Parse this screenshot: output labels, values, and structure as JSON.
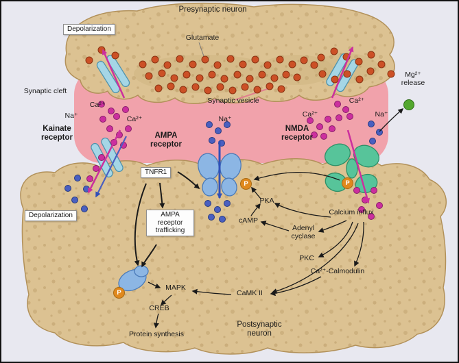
{
  "figure": {
    "labels": {
      "presynaptic_neuron": "Presynaptic neuron",
      "postsynaptic_neuron": "Postsynaptic neuron",
      "glutamate": "Glutamate",
      "depolarization": "Depolarization",
      "synaptic_cleft": "Synaptic cleft",
      "synaptic_vesicle": "Synaptic vesicle",
      "kainate_receptor": "Kainate receptor",
      "ampa_receptor": "AMPA receptor",
      "nmda_receptor": "NMDA receptor",
      "tnfr1": "TNFR1",
      "ampa_trafficking": "AMPA receptor trafficking",
      "mg_release": "Mg²⁺ release",
      "ca": "Ca²⁺",
      "na": "Na⁺",
      "pka": "PKA",
      "camp": "cAMP",
      "adenyl_cyclase": "Adenyl cyclase",
      "calcium_influx": "Calcium influx",
      "pkc": "PKC",
      "ca_calmodulin": "Ca²⁺-Calmodulin",
      "camk2": "CaMK II",
      "mapk": "MAPK",
      "creb": "CREB",
      "protein_synthesis": "Protein synthesis",
      "phosphate": "P"
    },
    "colors": {
      "background": "#e8e8f0",
      "neuron": "#dcc292",
      "neuron_outline": "#b2915a",
      "synaptic_cleft": "#f1a2ab",
      "glutamate": "#cc5026",
      "calcium": "#cc2f9e",
      "sodium": "#4a5fc0",
      "magnesium": "#53a72e",
      "phosphate": "#e0891e",
      "channel_blue": "#a5d6e6",
      "ampa_blue": "#8cb6e4",
      "nmda_green": "#57c49a"
    }
  }
}
